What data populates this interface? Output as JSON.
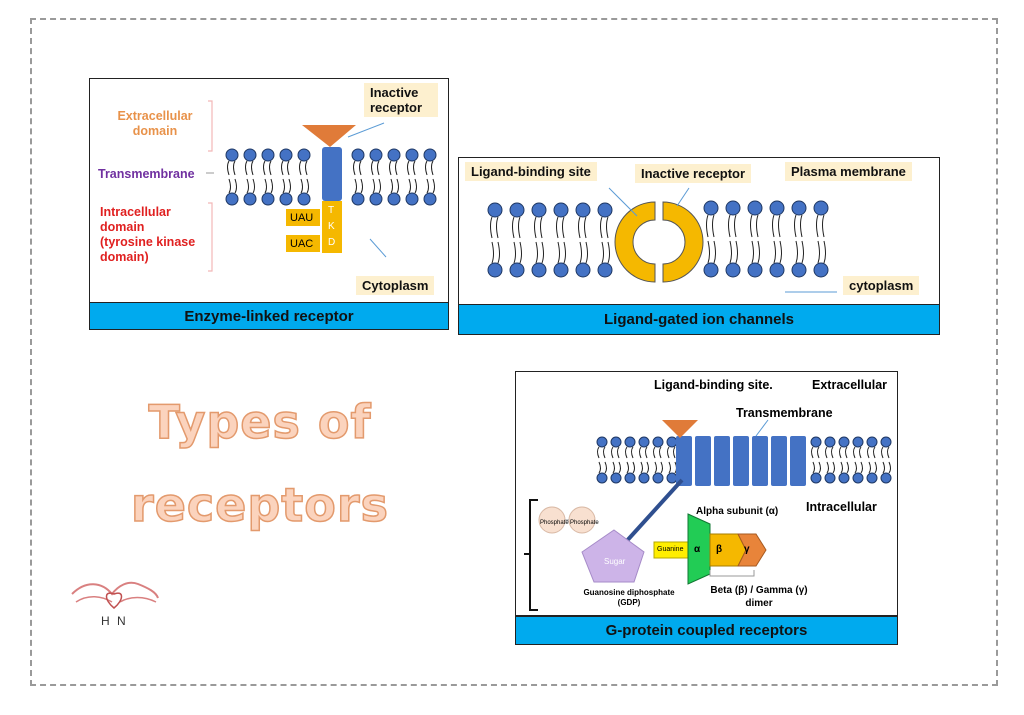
{
  "title": {
    "line1": "Types of",
    "line2": "receptors"
  },
  "logo": {
    "text": "H N"
  },
  "panel1": {
    "caption": "Enzyme-linked receptor",
    "extracellular": "Extracellular\ndomain",
    "transmembrane": "Transmembrane",
    "intracellular": "Intracellular\ndomain\n(tyrosine kinase\ndomain)",
    "inactive": "Inactive\nreceptor",
    "cytoplasm": "Cytoplasm",
    "uau": "UAU",
    "uac": "UAC",
    "tkd": "T\nK\nD"
  },
  "panel2": {
    "caption": "Ligand-gated ion channels",
    "binding": "Ligand-binding  site",
    "inactive": "Inactive receptor",
    "membrane": "Plasma membrane",
    "cytoplasm": "cytoplasm"
  },
  "panel3": {
    "caption": "G-protein coupled receptors",
    "binding": "Ligand-binding site.",
    "extracellular": "Extracellular",
    "transmembrane": "Transmembrane",
    "intracellular": "Intracellular",
    "alpha_label": "Alpha subunit (α)",
    "phosphate": "Phosphate",
    "sugar": "Sugar",
    "guanine": "Guanine",
    "alpha": "α",
    "beta": "β",
    "gamma": "γ",
    "gdp": "Guanosine diphosphate\n(GDP)",
    "dimer": "Beta (β) / Gamma (γ)\ndimer"
  },
  "colors": {
    "receptor_blue": "#4472c4",
    "ligand_orange": "#e07b39",
    "channel_yellow": "#f5b800",
    "caption_blue": "#00aaee",
    "extracellular_orange": "#e8924a",
    "transmembrane_purple": "#7030a0",
    "intracellular_red": "#e02020",
    "alpha_green": "#22cc55"
  }
}
